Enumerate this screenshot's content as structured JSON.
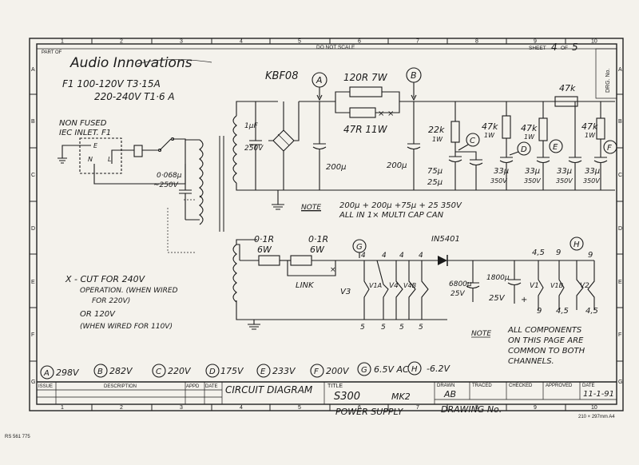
{
  "frame": {
    "part_of": "PART OF",
    "do_not_scale": "DO NOT SCALE",
    "sheet_label": "SHEET",
    "sheet_number": "4",
    "of_label": "OF",
    "sheet_total": "5",
    "drg_no_label": "DRG. No.",
    "column_numbers": [
      "1",
      "2",
      "3",
      "4",
      "5",
      "6",
      "7",
      "8",
      "9",
      "10"
    ],
    "row_letters": [
      "A",
      "B",
      "C",
      "D",
      "E",
      "F",
      "G"
    ],
    "paper_size": "210 × 297mm A4",
    "part_code": "RS 561 775"
  },
  "header_notes": {
    "brand": "Audio Innovations",
    "fuse_line1": "F1   100-120V  T3·15A",
    "fuse_line2": "220-240V  T1·6 A",
    "inlet_line1": "NON FUSED",
    "inlet_line2": "IEC INLET.  F1"
  },
  "components": {
    "bridge": "KBF08",
    "cap_x": "1μF",
    "cap_x_v": "250V",
    "cap_sup": "0·068μ",
    "cap_sup_v": "~250V",
    "iec_e": "E",
    "iec_n": "N",
    "iec_l": "L",
    "res_top": "120R 7W",
    "res_alt": "47R 11W",
    "cap_200a": "200μ",
    "cap_200b": "200μ",
    "r22k": "22k",
    "r22k_w": "1W",
    "r47k_1": "47k",
    "r47k_1w": "1W",
    "r47k_2": "47k",
    "r47k_2w": "1W",
    "r47k_3": "47k",
    "r47k_4": "47k",
    "r47k_4w": "1W",
    "cap_75": "75μ",
    "cap_25": "25μ",
    "cap33_1": "33μ",
    "cap33_2": "33μ",
    "cap33_3": "33μ",
    "cap33_4": "33μ",
    "cap_v350": "350V",
    "note_label": "NOTE",
    "note_caps_1": "200μ + 200μ +75μ + 25   350V",
    "note_caps_2": "ALL IN 1× MULTI CAP CAN",
    "r01_1": "0·1R",
    "r01_1w": "6W",
    "r01_2": "0·1R",
    "r01_2w": "6W",
    "link": "LINK",
    "diode": "IN5401",
    "v3": "V3",
    "v1": "V1",
    "v1a": "V1A",
    "v2": "V2",
    "v1b": "V1B",
    "v4": "V4",
    "v4b": "V4B",
    "cap_6800": "6800μ",
    "cap_6800v": "25V",
    "cap_1800": "1800μ",
    "cap_1800v": "25V",
    "cut_line1": "X - CUT FOR  240V",
    "cut_line2": "OPERATION. (WHEN WIRED",
    "cut_line3": "FOR 220V)",
    "cut_line4": "OR            120V",
    "cut_line5": "(WHEN WIRED FOR 110V)",
    "note2_1": "ALL COMPONENTS",
    "note2_2": "ON THIS PAGE ARE",
    "note2_3": "COMMON TO BOTH",
    "note2_4": "CHANNELS."
  },
  "pins": {
    "top": [
      "4",
      "4",
      "4",
      "4",
      "4,5",
      "9",
      "9"
    ],
    "bottom": [
      "5",
      "5",
      "5",
      "5",
      "9",
      "4,5",
      "4,5"
    ]
  },
  "voltages": [
    {
      "tag": "A",
      "value": "298V"
    },
    {
      "tag": "B",
      "value": "282V"
    },
    {
      "tag": "C",
      "value": "220V"
    },
    {
      "tag": "D",
      "value": "175V"
    },
    {
      "tag": "E",
      "value": "233V"
    },
    {
      "tag": "F",
      "value": "200V"
    },
    {
      "tag": "G",
      "value": "6.5V AC"
    },
    {
      "tag": "H",
      "value": "-6.2V"
    }
  ],
  "title_block": {
    "issue": "ISSUE",
    "description": "DESCRIPTION",
    "appd": "APPD",
    "date": "DATE",
    "circuit_diagram": "CIRCUIT DIAGRAM",
    "title_label": "TITLE",
    "title_1": "S300",
    "title_mk": "MK2",
    "title_2": "POWER SUPPLY",
    "drawn": "DRAWN",
    "drawn_by": "AB",
    "traced": "TRACED",
    "checked": "CHECKED",
    "approved": "APPROVED",
    "date_label": "DATE",
    "date_value": "11-1-91",
    "drawing_no": "DRAWING No."
  }
}
